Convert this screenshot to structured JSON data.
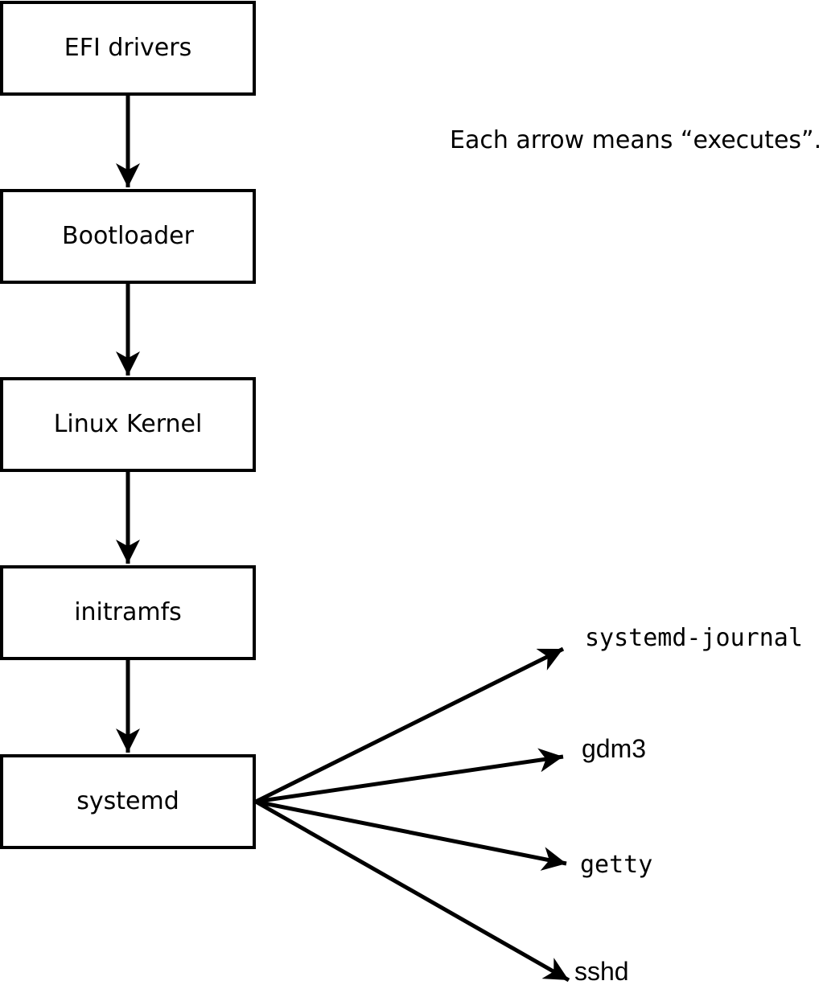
{
  "diagram": {
    "note": "Each arrow means “executes”.",
    "boxes": [
      {
        "label": "EFI drivers"
      },
      {
        "label": "Bootloader"
      },
      {
        "label": "Linux Kernel"
      },
      {
        "label": "initramfs"
      },
      {
        "label": "systemd"
      }
    ],
    "targets": [
      {
        "label": "systemd-journal"
      },
      {
        "label": "gdm3"
      },
      {
        "label": "getty"
      },
      {
        "label": "sshd"
      }
    ],
    "colors": {
      "stroke": "#000000",
      "background": "#ffffff"
    }
  }
}
